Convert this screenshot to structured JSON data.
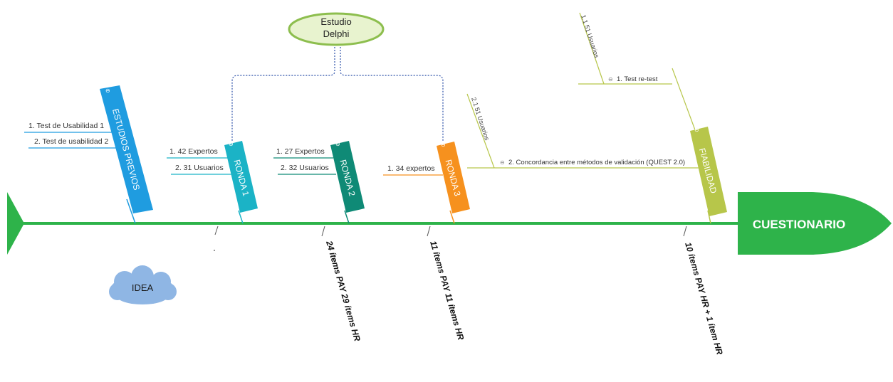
{
  "oval": {
    "line1": "Estudio",
    "line2": "Delphi"
  },
  "head": {
    "label": "CUESTIONARIO"
  },
  "cloud": {
    "label": "IDEA"
  },
  "collapse_glyph": "⊖",
  "colors": {
    "spine": "#2eb34a",
    "estudios": "#1f9ce0",
    "ronda1": "#1bb3c6",
    "ronda2": "#0f8a76",
    "ronda3": "#f6911e",
    "fiabilidad": "#b7c64a",
    "oval_fill": "#e8f3cf",
    "oval_stroke": "#8dbe4e",
    "cloud": "#8fb6e4"
  },
  "branches": [
    {
      "key": "estudios",
      "label": "ESTUDIOS PREVIOS",
      "items": [
        "1.  Test de Usabilidad 1",
        "2.  Test de usabilidad 2"
      ]
    },
    {
      "key": "ronda1",
      "label": "RONDA 1",
      "items": [
        "1.  42 Expertos",
        "2.  31 Usuarios"
      ]
    },
    {
      "key": "ronda2",
      "label": "RONDA 2",
      "items": [
        "1.  27 Expertos",
        "2.  32 Usuarios"
      ]
    },
    {
      "key": "ronda3",
      "label": "RONDA 3",
      "items": [
        "1.  34 expertos"
      ]
    },
    {
      "key": "fiabilidad",
      "label": "FIABILIDAD",
      "items": [
        "1.  Test re-test",
        "2.  Concordancia entre métodos de validación (QUEST 2.0)"
      ],
      "subitems": [
        "1.1  51 Usuarios",
        "2.1  51 Usuarios"
      ]
    }
  ],
  "annotations": [
    "24 ítems PAY 29 ítems HR",
    "11 ítems PAY 11 ítems HR",
    "10 ítems PAY HR + 1 ítem HR"
  ]
}
